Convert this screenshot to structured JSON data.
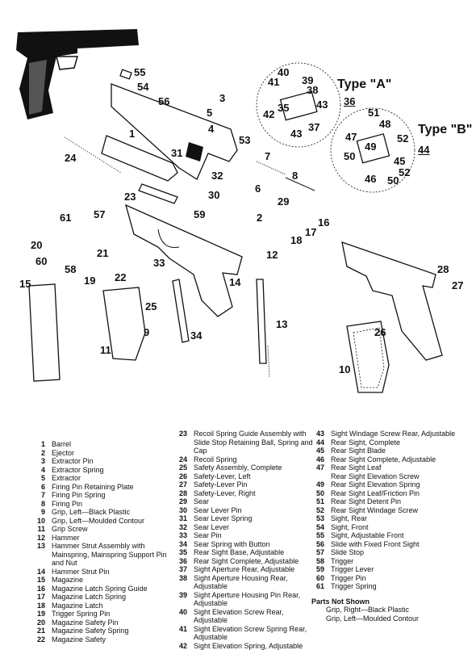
{
  "diagram": {
    "callouts": [
      "55",
      "54",
      "56",
      "1",
      "3",
      "5",
      "4",
      "53",
      "24",
      "31",
      "32",
      "30",
      "7",
      "8",
      "23",
      "6",
      "29",
      "2",
      "16",
      "17",
      "18",
      "57",
      "59",
      "61",
      "20",
      "60",
      "21",
      "58",
      "19",
      "22",
      "33",
      "12",
      "14",
      "25",
      "13",
      "9",
      "34",
      "11",
      "15",
      "10",
      "40",
      "39",
      "41",
      "38",
      "35",
      "43",
      "42",
      "37",
      "43",
      "51",
      "48",
      "47",
      "52",
      "49",
      "50",
      "45",
      "52",
      "46",
      "50",
      "28",
      "27",
      "26"
    ],
    "type_a": {
      "label": "Type  \"A\"",
      "ref": "36"
    },
    "type_b": {
      "label": "Type  \"B\"",
      "ref": "44"
    }
  },
  "legend": {
    "col1": [
      {
        "n": "1",
        "t": "Barrel"
      },
      {
        "n": "2",
        "t": "Ejector"
      },
      {
        "n": "3",
        "t": "Extractor Pin"
      },
      {
        "n": "4",
        "t": "Extractor Spring"
      },
      {
        "n": "5",
        "t": "Extractor"
      },
      {
        "n": "6",
        "t": "Firing Pin Retaining Plate"
      },
      {
        "n": "7",
        "t": "Firing Pin Spring"
      },
      {
        "n": "8",
        "t": "Firing Pin"
      },
      {
        "n": "9",
        "t": "Grip, Left—Black Plastic"
      },
      {
        "n": "10",
        "t": "Grip, Left—Moulded Contour"
      },
      {
        "n": "11",
        "t": "Grip Screw"
      },
      {
        "n": "12",
        "t": "Hammer"
      },
      {
        "n": "13",
        "t": "Hammer Strut Assembly with Mainspring, Mainspring Support Pin and Nut"
      },
      {
        "n": "14",
        "t": "Hammer Strut Pin"
      },
      {
        "n": "15",
        "t": "Magazine"
      },
      {
        "n": "16",
        "t": "Magazine Latch Spring Guide"
      },
      {
        "n": "17",
        "t": "Magazine Latch Spring"
      },
      {
        "n": "18",
        "t": "Magazine Latch"
      },
      {
        "n": "19",
        "t": "Trigger Spring Pin"
      },
      {
        "n": "20",
        "t": "Magazine Safety Pin"
      },
      {
        "n": "21",
        "t": "Magazine Safety Spring"
      },
      {
        "n": "22",
        "t": "Magazine Safety"
      }
    ],
    "col2": [
      {
        "n": "23",
        "t": "Recoil Spring Guide Assembly with Slide Stop Retaining Ball, Spring and Cap"
      },
      {
        "n": "24",
        "t": "Recoil Spring"
      },
      {
        "n": "25",
        "t": "Safety Assembly, Complete"
      },
      {
        "n": "26",
        "t": "Safety-Lever, Left"
      },
      {
        "n": "27",
        "t": "Safety-Lever Pin"
      },
      {
        "n": "28",
        "t": "Safety-Lever, Right"
      },
      {
        "n": "29",
        "t": "Sear"
      },
      {
        "n": "30",
        "t": "Sear Lever Pin"
      },
      {
        "n": "31",
        "t": "Sear Lever Spring"
      },
      {
        "n": "32",
        "t": "Sear Lever"
      },
      {
        "n": "33",
        "t": "Sear Pin"
      },
      {
        "n": "34",
        "t": "Sear Spring with Button"
      },
      {
        "n": "35",
        "t": "Rear Sight Base, Adjustable"
      },
      {
        "n": "36",
        "t": "Rear Sight Complete, Adjustable"
      },
      {
        "n": "37",
        "t": "Sight Aperture Rear, Adjustable"
      },
      {
        "n": "38",
        "t": "Sight Aperture Housing Rear, Adjustable"
      },
      {
        "n": "39",
        "t": "Sight Aperture Housing Pin Rear, Adjustable"
      },
      {
        "n": "40",
        "t": "Sight Elevation Screw Rear, Adjustable"
      },
      {
        "n": "41",
        "t": "Sight Elevation Screw Spring Rear, Adjustable"
      },
      {
        "n": "42",
        "t": "Sight Elevation Spring, Adjustable"
      }
    ],
    "col3": [
      {
        "n": "43",
        "t": "Sight Windage Screw Rear, Adjustable"
      },
      {
        "n": "44",
        "t": "Rear Sight, Complete"
      },
      {
        "n": "45",
        "t": "Rear Sight Blade"
      },
      {
        "n": "46",
        "t": "Rear Sight Complete, Adjustable"
      },
      {
        "n": "47",
        "t": "Rear Sight Leaf"
      },
      {
        "n": "",
        "t": "Rear Sight Elevation Screw"
      },
      {
        "n": "49",
        "t": "Rear Sight Elevation Spring"
      },
      {
        "n": "50",
        "t": "Rear Sight Leaf/Friction Pin"
      },
      {
        "n": "51",
        "t": "Rear Sight Detent Pin"
      },
      {
        "n": "52",
        "t": "Rear Sight Windage Screw"
      },
      {
        "n": "53",
        "t": "Sight, Rear"
      },
      {
        "n": "54",
        "t": "Sight, Front"
      },
      {
        "n": "55",
        "t": "Sight, Adjustable Front"
      },
      {
        "n": "56",
        "t": "Slide with Fixed Front Sight"
      },
      {
        "n": "57",
        "t": "Slide Stop"
      },
      {
        "n": "58",
        "t": "Trigger"
      },
      {
        "n": "59",
        "t": "Trigger Lever"
      },
      {
        "n": "60",
        "t": "Trigger Pin"
      },
      {
        "n": "61",
        "t": "Trigger Spring"
      }
    ],
    "not_shown": {
      "title": "Parts Not Shown",
      "items": [
        "Grip, Right—Black Plastic",
        "Grip, Left—Moulded Contour"
      ]
    }
  }
}
